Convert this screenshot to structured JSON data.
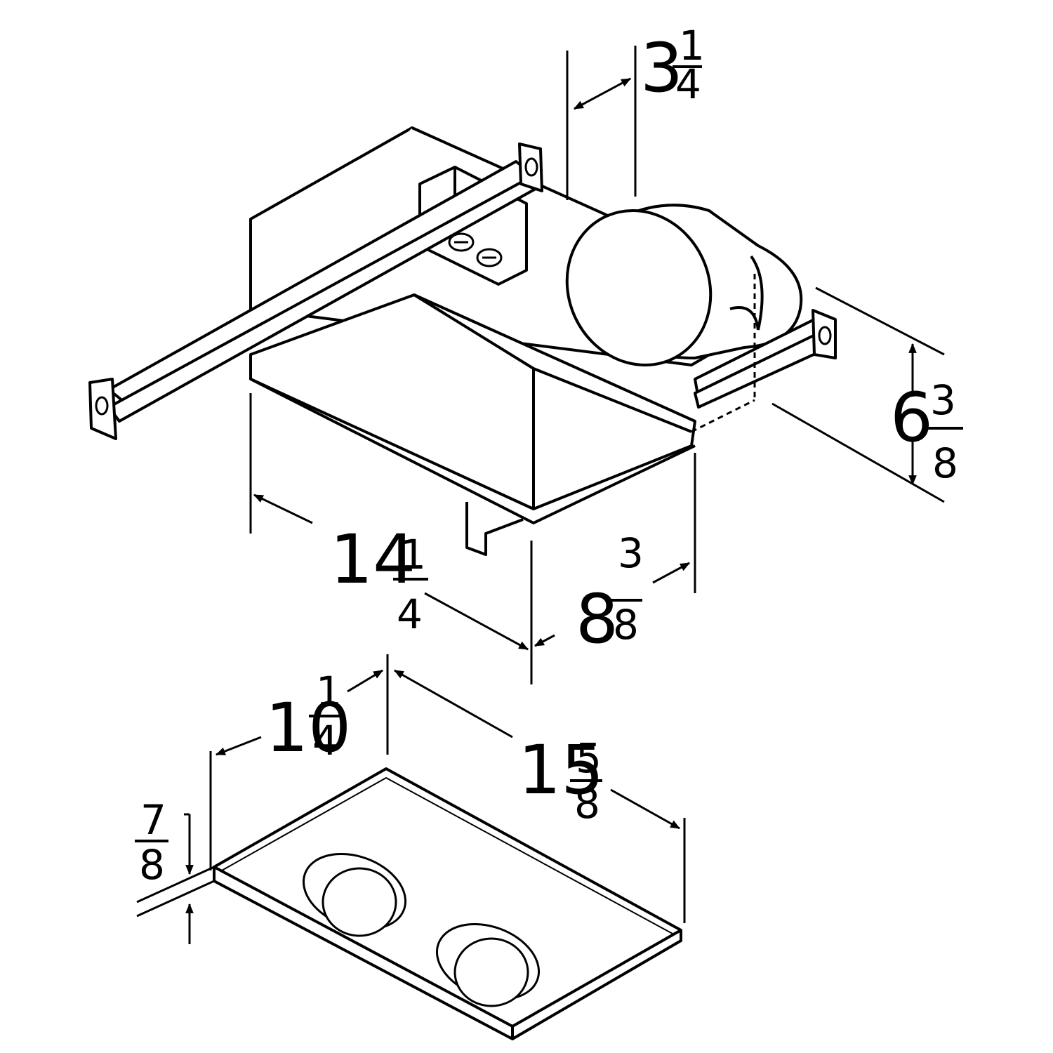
{
  "colors": {
    "ink": "#000000",
    "paper": "#ffffff"
  },
  "dimensions": {
    "duct_offset": {
      "whole": "3",
      "num": "1",
      "den": "4"
    },
    "height": {
      "whole": "6",
      "num": "3",
      "den": "8"
    },
    "housing_length": {
      "whole": "14",
      "num": "1",
      "den": "4"
    },
    "housing_width": {
      "whole": "8",
      "num": "3",
      "den": "8"
    },
    "grille_width": {
      "whole": "10",
      "num": "1",
      "den": "4"
    },
    "grille_length": {
      "whole": "15",
      "num": "5",
      "den": "8"
    },
    "grille_thickness": {
      "num": "7",
      "den": "8"
    }
  }
}
